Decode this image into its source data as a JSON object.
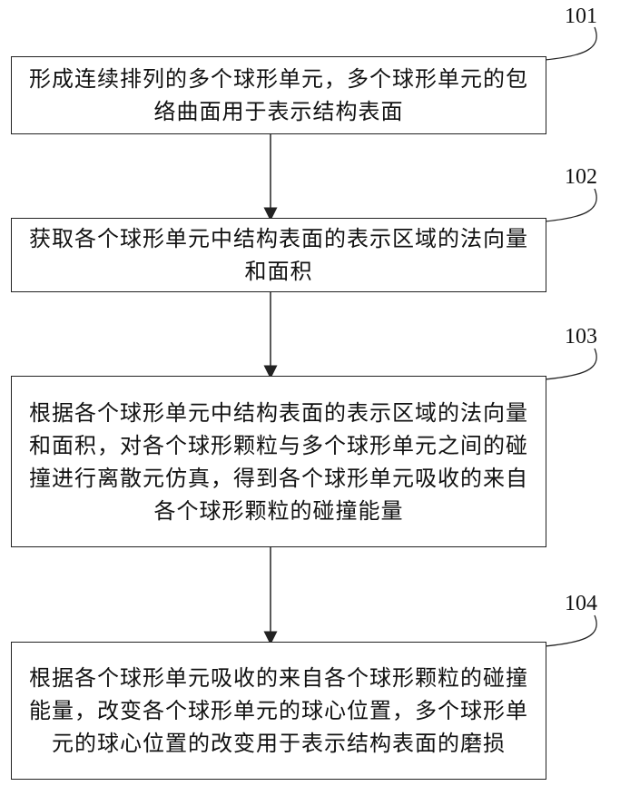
{
  "steps": [
    {
      "label": "101",
      "text": "形成连续排列的多个球形单元，多个球形单元的包络曲面用于表示结构表面"
    },
    {
      "label": "102",
      "text": "获取各个球形单元中结构表面的表示区域的法向量和面积"
    },
    {
      "label": "103",
      "text": "根据各个球形单元中结构表面的表示区域的法向量和面积，对各个球形颗粒与多个球形单元之间的碰撞进行离散元仿真，得到各个球形单元吸收的来自各个球形颗粒的碰撞能量"
    },
    {
      "label": "104",
      "text": "根据各个球形单元吸收的来自各个球形颗粒的碰撞能量，改变各个球形单元的球心位置，多个球形单元的球心位置的改变用于表示结构表面的磨损"
    }
  ]
}
